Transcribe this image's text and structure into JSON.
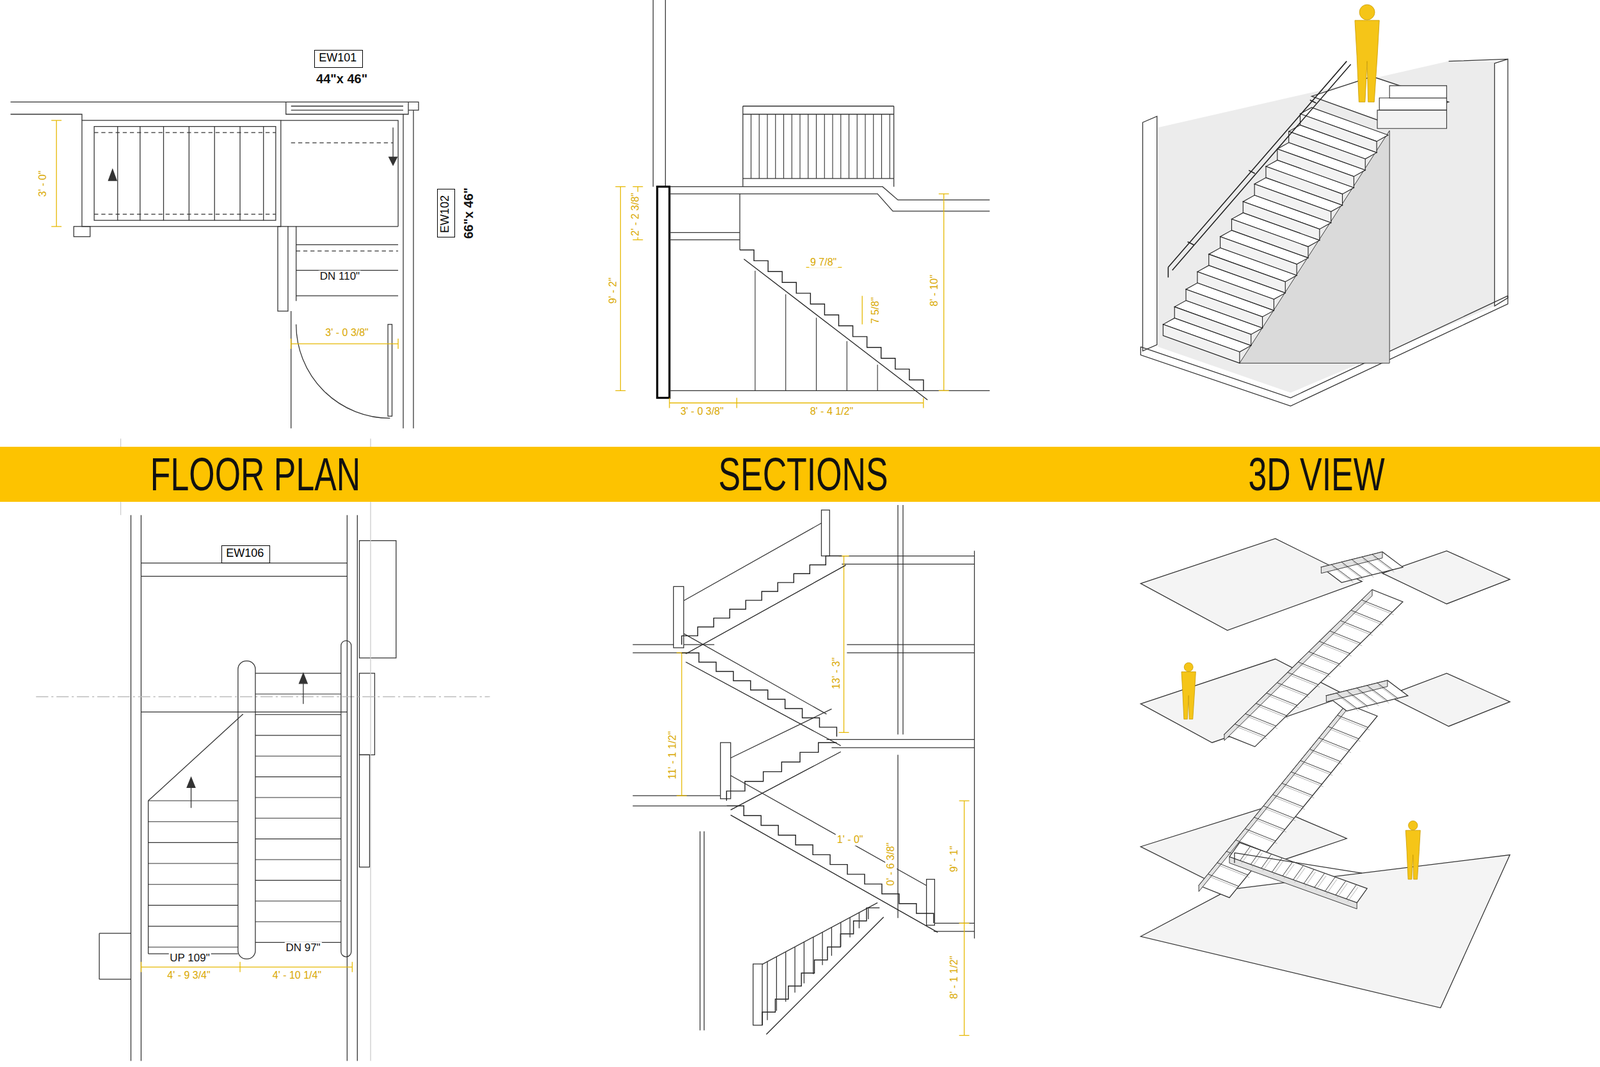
{
  "diagram": {
    "nodes": [
      {
        "text": [
          "EW101"
        ]
      },
      {
        "text": [
          "EW102"
        ]
      },
      {
        "text": [
          "FLOOR PLAN",
          "SECTIONS",
          "3D VIEW"
        ]
      },
      {
        "text": [
          "EW106"
        ]
      }
    ],
    "labels": [
      "44\"x 46\"",
      "3' - 0\"",
      "66\"x 46\"",
      "DN 110\"",
      "3' - 0 3/8\"",
      "2' - 2 3/8\"",
      "9' - 2\"",
      "9 7/8\"",
      "7 5/8\"",
      "8' - 10\"",
      "3' - 0 3/8\"",
      "8' - 4 1/2\"",
      "UP 109\"",
      "DN 97\"",
      "4' - 9 3/4\"",
      "4' - 10 1/4\"",
      "13' - 3\"",
      "11' - 1 1/2\"",
      "1' - 0\"",
      "0' - 6 3/8\"",
      "9' - 1\"",
      "8' - 1 1/2\""
    ]
  }
}
